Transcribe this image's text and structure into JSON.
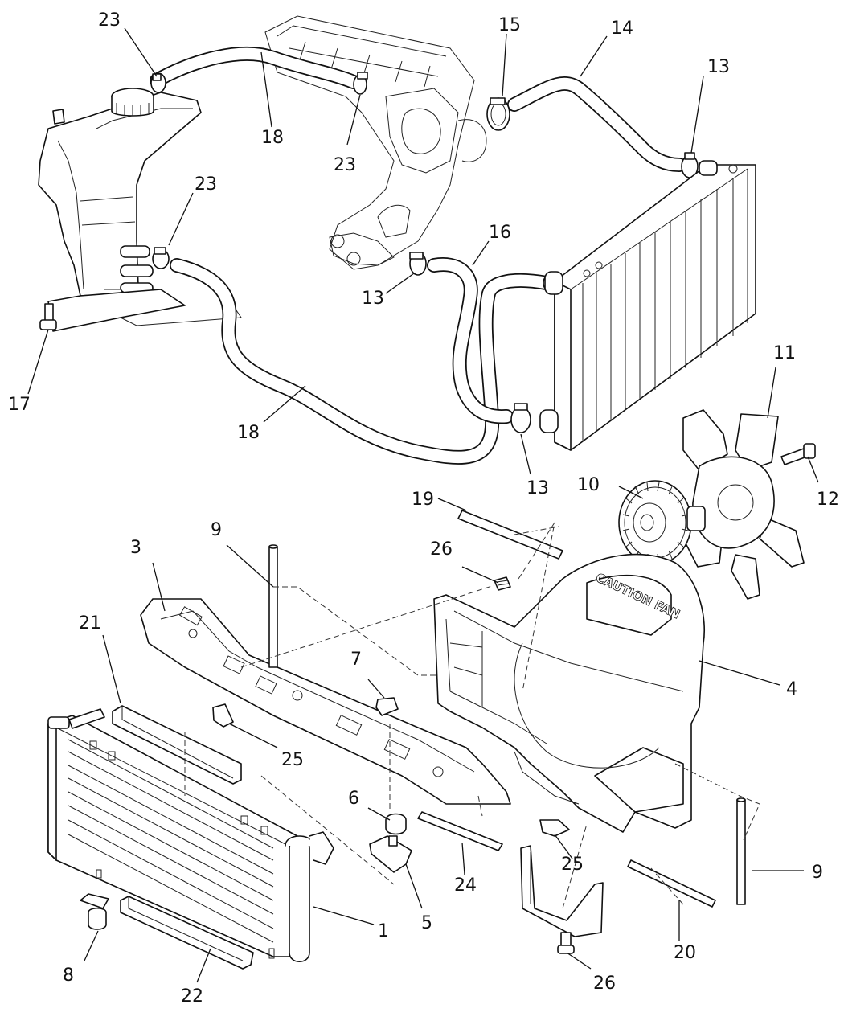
{
  "diagram": {
    "callouts": [
      {
        "id": "c1",
        "label": "1"
      },
      {
        "id": "c3",
        "label": "3"
      },
      {
        "id": "c4",
        "label": "4"
      },
      {
        "id": "c5",
        "label": "5"
      },
      {
        "id": "c6",
        "label": "6"
      },
      {
        "id": "c7",
        "label": "7"
      },
      {
        "id": "c8",
        "label": "8"
      },
      {
        "id": "c9a",
        "label": "9"
      },
      {
        "id": "c9b",
        "label": "9"
      },
      {
        "id": "c10",
        "label": "10"
      },
      {
        "id": "c11",
        "label": "11"
      },
      {
        "id": "c12",
        "label": "12"
      },
      {
        "id": "c13a",
        "label": "13"
      },
      {
        "id": "c13b",
        "label": "13"
      },
      {
        "id": "c13c",
        "label": "13"
      },
      {
        "id": "c14",
        "label": "14"
      },
      {
        "id": "c15",
        "label": "15"
      },
      {
        "id": "c16",
        "label": "16"
      },
      {
        "id": "c17",
        "label": "17"
      },
      {
        "id": "c18a",
        "label": "18"
      },
      {
        "id": "c18b",
        "label": "18"
      },
      {
        "id": "c19",
        "label": "19"
      },
      {
        "id": "c20",
        "label": "20"
      },
      {
        "id": "c21",
        "label": "21"
      },
      {
        "id": "c22",
        "label": "22"
      },
      {
        "id": "c23a",
        "label": "23"
      },
      {
        "id": "c23b",
        "label": "23"
      },
      {
        "id": "c23c",
        "label": "23"
      },
      {
        "id": "c24",
        "label": "24"
      },
      {
        "id": "c25a",
        "label": "25"
      },
      {
        "id": "c25b",
        "label": "25"
      },
      {
        "id": "c26a",
        "label": "26"
      },
      {
        "id": "c26b",
        "label": "26"
      }
    ],
    "shroud_logo_text": "CAUTION FAN"
  }
}
